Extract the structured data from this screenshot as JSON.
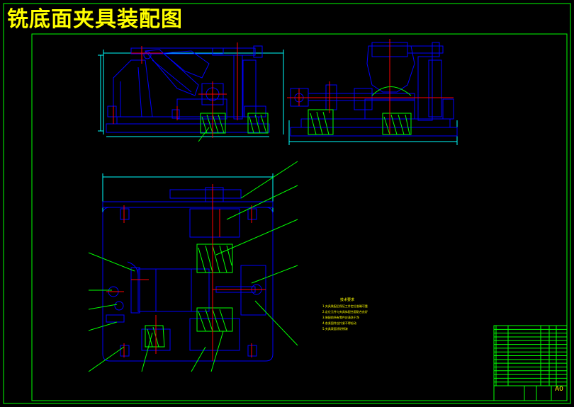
{
  "drawing": {
    "title": "铣底面夹具装配图"
  },
  "colors": {
    "background": "#000000",
    "border": "#00ff00",
    "outline": "#0000ff",
    "hatch": "#00ff00",
    "centerline": "#ff0000",
    "dimension": "#00ffff",
    "leader": "#00ff00",
    "title": "#ffff00",
    "text": "#ffff00"
  },
  "tech_notes": {
    "heading": "技术要求",
    "lines": [
      "1.夹具装配后保证工件定位准确可靠",
      "2.定位元件与夹具体配合面贴合良好",
      "3.装配前所有零件应清洗干净",
      "4.各紧固件应拧紧不得松动",
      "5.夹具表面涂防锈漆"
    ]
  },
  "title_block": {
    "sheet_size": "A0",
    "part_rows": 16
  },
  "views": [
    "front-view",
    "side-view",
    "top-view"
  ]
}
